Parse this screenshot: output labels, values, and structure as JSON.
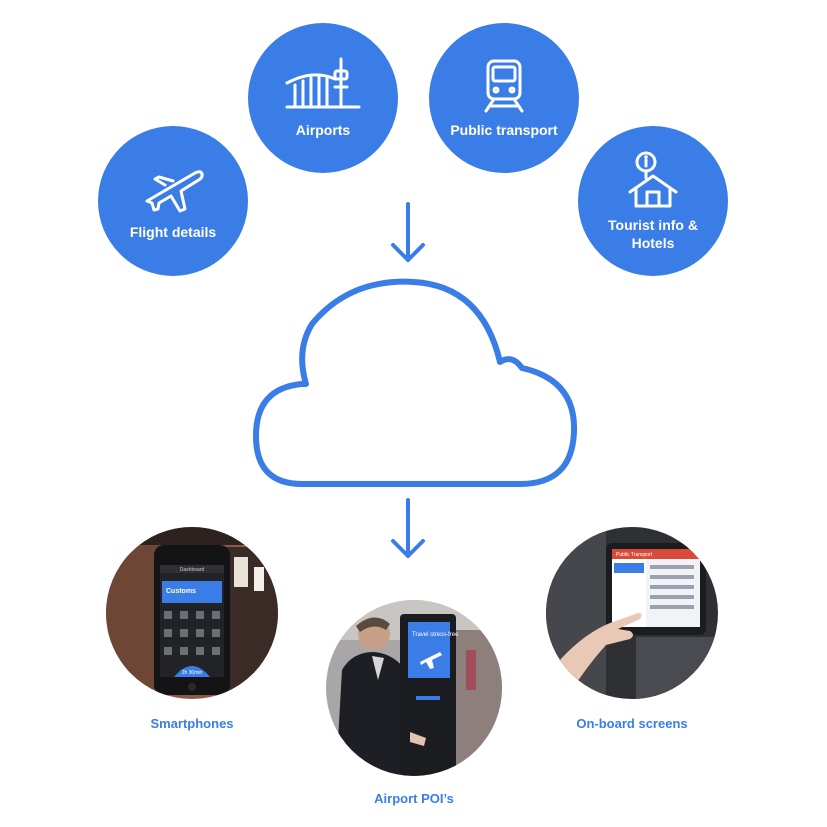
{
  "sources": {
    "flight_details": {
      "label": "Flight details",
      "icon": "airplane-icon"
    },
    "airports": {
      "label": "Airports",
      "icon": "airport-terminal-icon"
    },
    "public_transport": {
      "label": "Public transport",
      "icon": "train-icon"
    },
    "tourist_info": {
      "label": "Tourist info & Hotels",
      "icon": "info-house-icon"
    }
  },
  "hub": {
    "icon": "cloud-icon"
  },
  "outputs": {
    "smartphones": {
      "label": "Smartphones"
    },
    "airport_poi": {
      "label": "Airport POI’s"
    },
    "onboard": {
      "label": "On-board screens"
    }
  },
  "phone_screen": {
    "header": "Dashboard",
    "card_title": "Customs",
    "timer": "2h 30min"
  },
  "kiosk_screen": {
    "text": "Travel stress-free"
  },
  "onboard_screen": {
    "header": "Public Transport"
  },
  "colors": {
    "accent": "#3a7de6",
    "background": "#ffffff",
    "dark": "#1d1f24"
  }
}
